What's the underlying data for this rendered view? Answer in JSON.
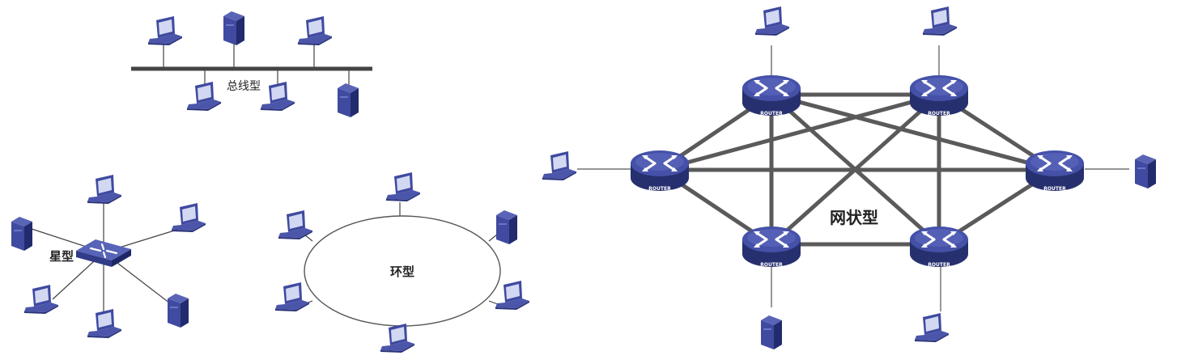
{
  "labels": {
    "bus": "总线型",
    "star": "星型",
    "ring": "环型",
    "mesh": "网状型"
  },
  "router_text": "ROUTER",
  "colors": {
    "device_blue": "#3f4aa0",
    "device_dark": "#1f2a6b",
    "screen_light": "#c9cfee",
    "cable": "#444444",
    "mesh_link": "#555555"
  },
  "icons": [
    "laptop-icon",
    "server-icon",
    "switch-icon",
    "router-icon"
  ]
}
